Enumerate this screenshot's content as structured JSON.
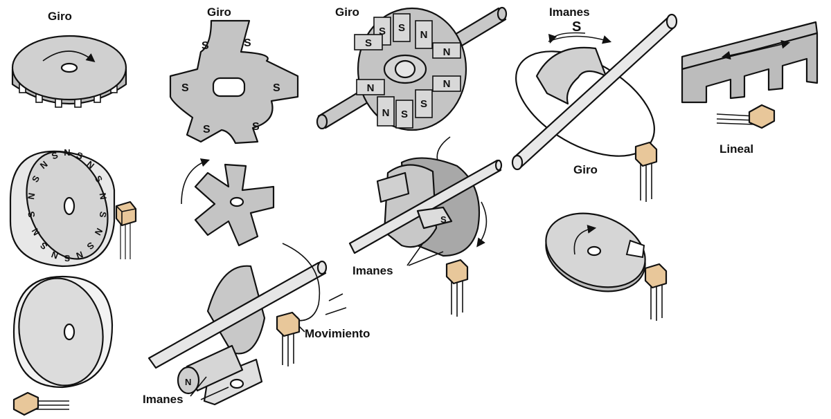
{
  "labels": {
    "giro_1": "Giro",
    "giro_2": "Giro",
    "giro_3": "Giro",
    "imanes_top": "Imanes",
    "giro_4": "Giro",
    "lineal": "Lineal",
    "imanes_mid": "Imanes",
    "movimiento": "Movimiento",
    "imanes_bottom": "Imanes"
  },
  "magnets": {
    "s": "S",
    "n": "N"
  },
  "colors": {
    "part_fill": "#c9c9c9",
    "part_dark": "#9a9a9a",
    "part_light": "#e4e4e4",
    "sensor_body": "#e8c79a",
    "sensor_leads": "#8a8a8a",
    "outline": "#111111"
  }
}
